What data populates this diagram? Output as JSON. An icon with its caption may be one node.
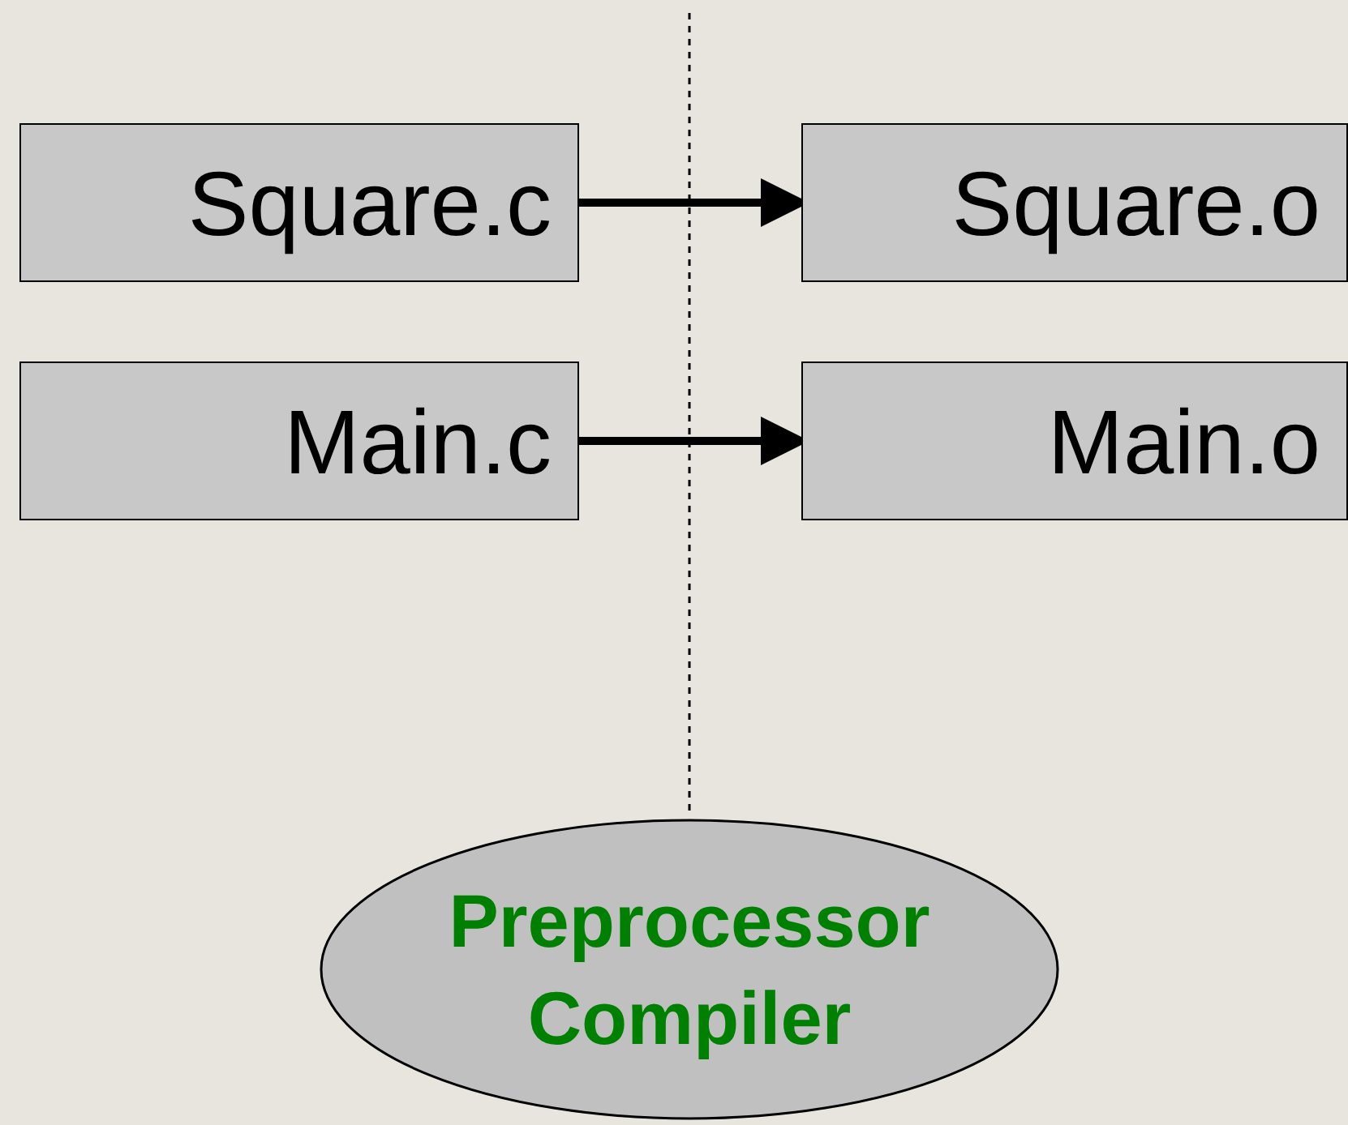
{
  "diagram": {
    "nodes": [
      {
        "text": [
          "Square.c"
        ]
      },
      {
        "text": [
          "Main.c"
        ]
      },
      {
        "text": [
          "Square.o"
        ]
      },
      {
        "text": [
          "Main.o"
        ]
      },
      {
        "text": [
          "Preprocessor Compiler"
        ]
      }
    ],
    "edges": [
      {
        "from": 0,
        "to": 2,
        "arrow": "to"
      },
      {
        "from": 1,
        "to": 3,
        "arrow": "to"
      }
    ]
  }
}
